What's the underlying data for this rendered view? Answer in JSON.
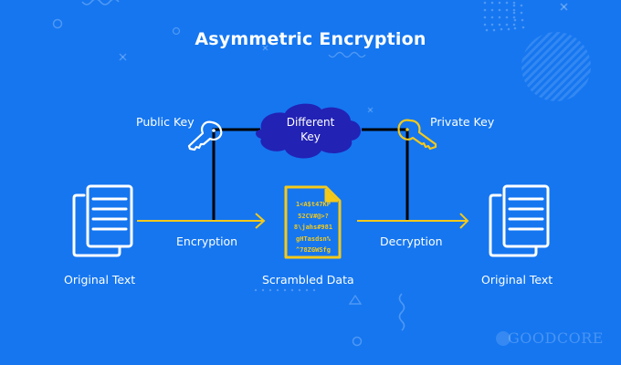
{
  "title": "Asymmetric Encryption",
  "colors": {
    "background": "#1576f0",
    "arrow": "#f4c91a",
    "connector": "#000000",
    "cloud": "#2222b5",
    "public_key": "#ffffff",
    "private_key": "#f4c91a",
    "document": "#ffffff",
    "scrambled_doc": "#f4c91a"
  },
  "nodes": {
    "public_key": {
      "label": "Public Key",
      "icon": "key-icon"
    },
    "private_key": {
      "label": "Private Key",
      "icon": "key-icon"
    },
    "different_key": {
      "line1": "Different",
      "line2": "Key",
      "shape": "cloud"
    },
    "source_document": {
      "label": "Original Text",
      "icon": "document-stack-icon"
    },
    "scrambled_data": {
      "label": "Scrambled Data",
      "icon": "file-icon",
      "lines": [
        "1<A$t47KP",
        "52CV#@>?",
        "8\\jahs#981",
        "gHTasdsn%",
        "^78ZGWSfg"
      ]
    },
    "target_document": {
      "label": "Original Text",
      "icon": "document-stack-icon"
    }
  },
  "edges": {
    "encryption": {
      "label": "Encryption"
    },
    "decryption": {
      "label": "Decryption"
    }
  },
  "watermark": "GOODCORE"
}
